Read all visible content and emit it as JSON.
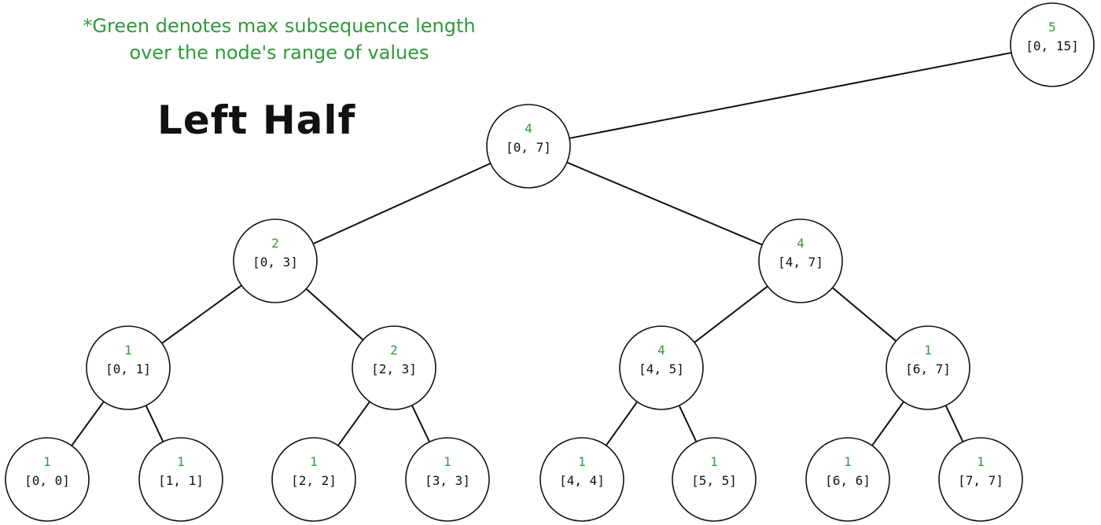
{
  "note": {
    "line1": "*Green denotes max subsequence length",
    "line2": "over the node's range of values"
  },
  "title": "Left Half",
  "colors": {
    "value": "#2f9a3a",
    "line": "#111111"
  },
  "nodes": [
    {
      "id": "n0-15",
      "range": "[0, 15]",
      "value": "5"
    },
    {
      "id": "n0-7",
      "range": "[0, 7]",
      "value": "4"
    },
    {
      "id": "n0-3",
      "range": "[0, 3]",
      "value": "2"
    },
    {
      "id": "n4-7",
      "range": "[4, 7]",
      "value": "4"
    },
    {
      "id": "n0-1",
      "range": "[0, 1]",
      "value": "1"
    },
    {
      "id": "n2-3",
      "range": "[2, 3]",
      "value": "2"
    },
    {
      "id": "n4-5",
      "range": "[4, 5]",
      "value": "4"
    },
    {
      "id": "n6-7",
      "range": "[6, 7]",
      "value": "1"
    },
    {
      "id": "n0-0",
      "range": "[0, 0]",
      "value": "1"
    },
    {
      "id": "n1-1",
      "range": "[1, 1]",
      "value": "1"
    },
    {
      "id": "n2-2",
      "range": "[2, 2]",
      "value": "1"
    },
    {
      "id": "n3-3",
      "range": "[3, 3]",
      "value": "1"
    },
    {
      "id": "n4-4",
      "range": "[4, 4]",
      "value": "1"
    },
    {
      "id": "n5-5",
      "range": "[5, 5]",
      "value": "1"
    },
    {
      "id": "n6-6",
      "range": "[6, 6]",
      "value": "1"
    },
    {
      "id": "n7-7",
      "range": "[7, 7]",
      "value": "1"
    }
  ],
  "edges": [
    [
      "n0-15",
      "n0-7"
    ],
    [
      "n0-7",
      "n0-3"
    ],
    [
      "n0-7",
      "n4-7"
    ],
    [
      "n0-3",
      "n0-1"
    ],
    [
      "n0-3",
      "n2-3"
    ],
    [
      "n4-7",
      "n4-5"
    ],
    [
      "n4-7",
      "n6-7"
    ],
    [
      "n0-1",
      "n0-0"
    ],
    [
      "n0-1",
      "n1-1"
    ],
    [
      "n2-3",
      "n2-2"
    ],
    [
      "n2-3",
      "n3-3"
    ],
    [
      "n4-5",
      "n4-4"
    ],
    [
      "n4-5",
      "n5-5"
    ],
    [
      "n6-7",
      "n6-6"
    ],
    [
      "n6-7",
      "n7-7"
    ]
  ]
}
